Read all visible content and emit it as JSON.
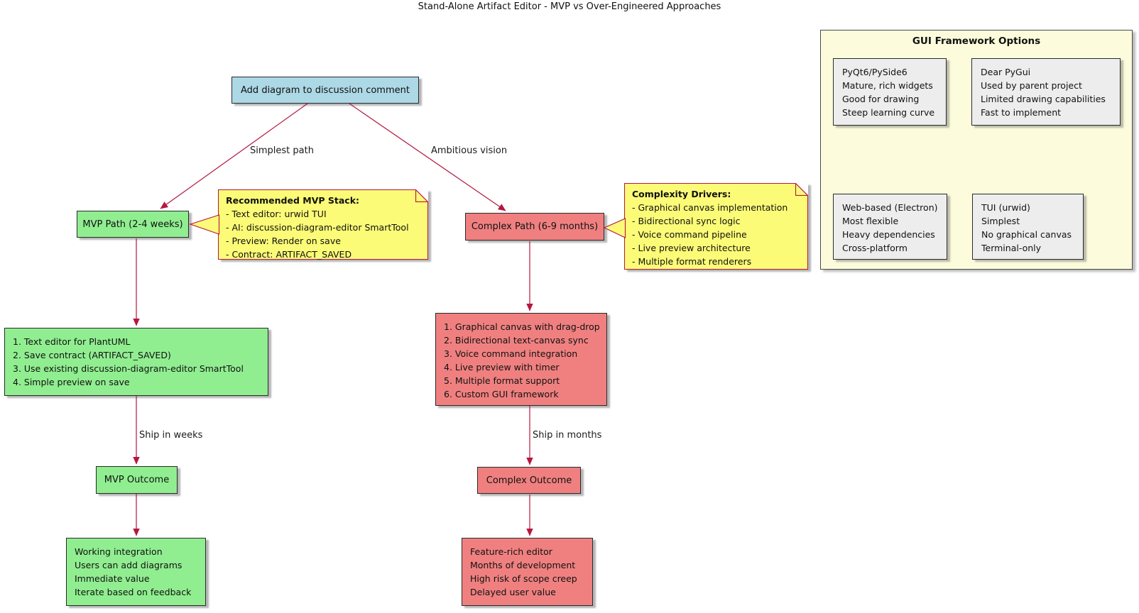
{
  "title": "Stand-Alone Artifact Editor - MVP vs Over-Engineered Approaches",
  "colors": {
    "arrow": "#B5173F",
    "note_background": "#FBFB77",
    "node_blue": "#ADD8E6",
    "node_green": "#90EE90",
    "node_red": "#F08080",
    "panel_background": "#FCFCDC",
    "option_background": "#EDEDED"
  },
  "nodes": {
    "start": {
      "label": "Add diagram to discussion comment"
    },
    "mvp_path": {
      "label": "MVP Path (2-4 weeks)"
    },
    "complex_path": {
      "label": "Complex Path (6-9 months)"
    },
    "mvp_steps": {
      "lines": [
        "1. Text editor for PlantUML",
        "2. Save contract (ARTIFACT_SAVED)",
        "3. Use existing discussion-diagram-editor SmartTool",
        "4. Simple preview on save"
      ]
    },
    "complex_steps": {
      "lines": [
        "1. Graphical canvas with drag-drop",
        "2. Bidirectional text-canvas sync",
        "3. Voice command integration",
        "4. Live preview with timer",
        "5. Multiple format support",
        "6. Custom GUI framework"
      ]
    },
    "mvp_outcome": {
      "label": "MVP Outcome"
    },
    "complex_outcome": {
      "label": "Complex Outcome"
    },
    "mvp_result": {
      "lines": [
        "Working integration",
        "Users can add diagrams",
        "Immediate value",
        "Iterate based on feedback"
      ]
    },
    "complex_result": {
      "lines": [
        "Feature-rich editor",
        "Months of development",
        "High risk of scope creep",
        "Delayed user value"
      ]
    }
  },
  "edges": {
    "simplest_label": "Simplest path",
    "ambitious_label": "Ambitious vision",
    "ship_weeks_label": "Ship in weeks",
    "ship_months_label": "Ship in months"
  },
  "notes": {
    "mvp_stack": {
      "title": "Recommended MVP Stack:",
      "items": [
        "- Text editor: urwid TUI",
        "- AI: discussion-diagram-editor SmartTool",
        "- Preview: Render on save",
        "- Contract: ARTIFACT_SAVED"
      ]
    },
    "complexity": {
      "title": "Complexity Drivers:",
      "items": [
        "- Graphical canvas implementation",
        "- Bidirectional sync logic",
        "- Voice command pipeline",
        "- Live preview architecture",
        "- Multiple format renderers"
      ]
    }
  },
  "panel": {
    "title": "GUI Framework Options",
    "options": [
      {
        "lines": [
          "PyQt6/PySide6",
          "Mature, rich widgets",
          "Good for drawing",
          "Steep learning curve"
        ]
      },
      {
        "lines": [
          "Dear PyGui",
          "Used by parent project",
          "Limited drawing capabilities",
          "Fast to implement"
        ]
      },
      {
        "lines": [
          "Web-based (Electron)",
          "Most flexible",
          "Heavy dependencies",
          "Cross-platform"
        ]
      },
      {
        "lines": [
          "TUI (urwid)",
          "Simplest",
          "No graphical canvas",
          "Terminal-only"
        ]
      }
    ]
  }
}
